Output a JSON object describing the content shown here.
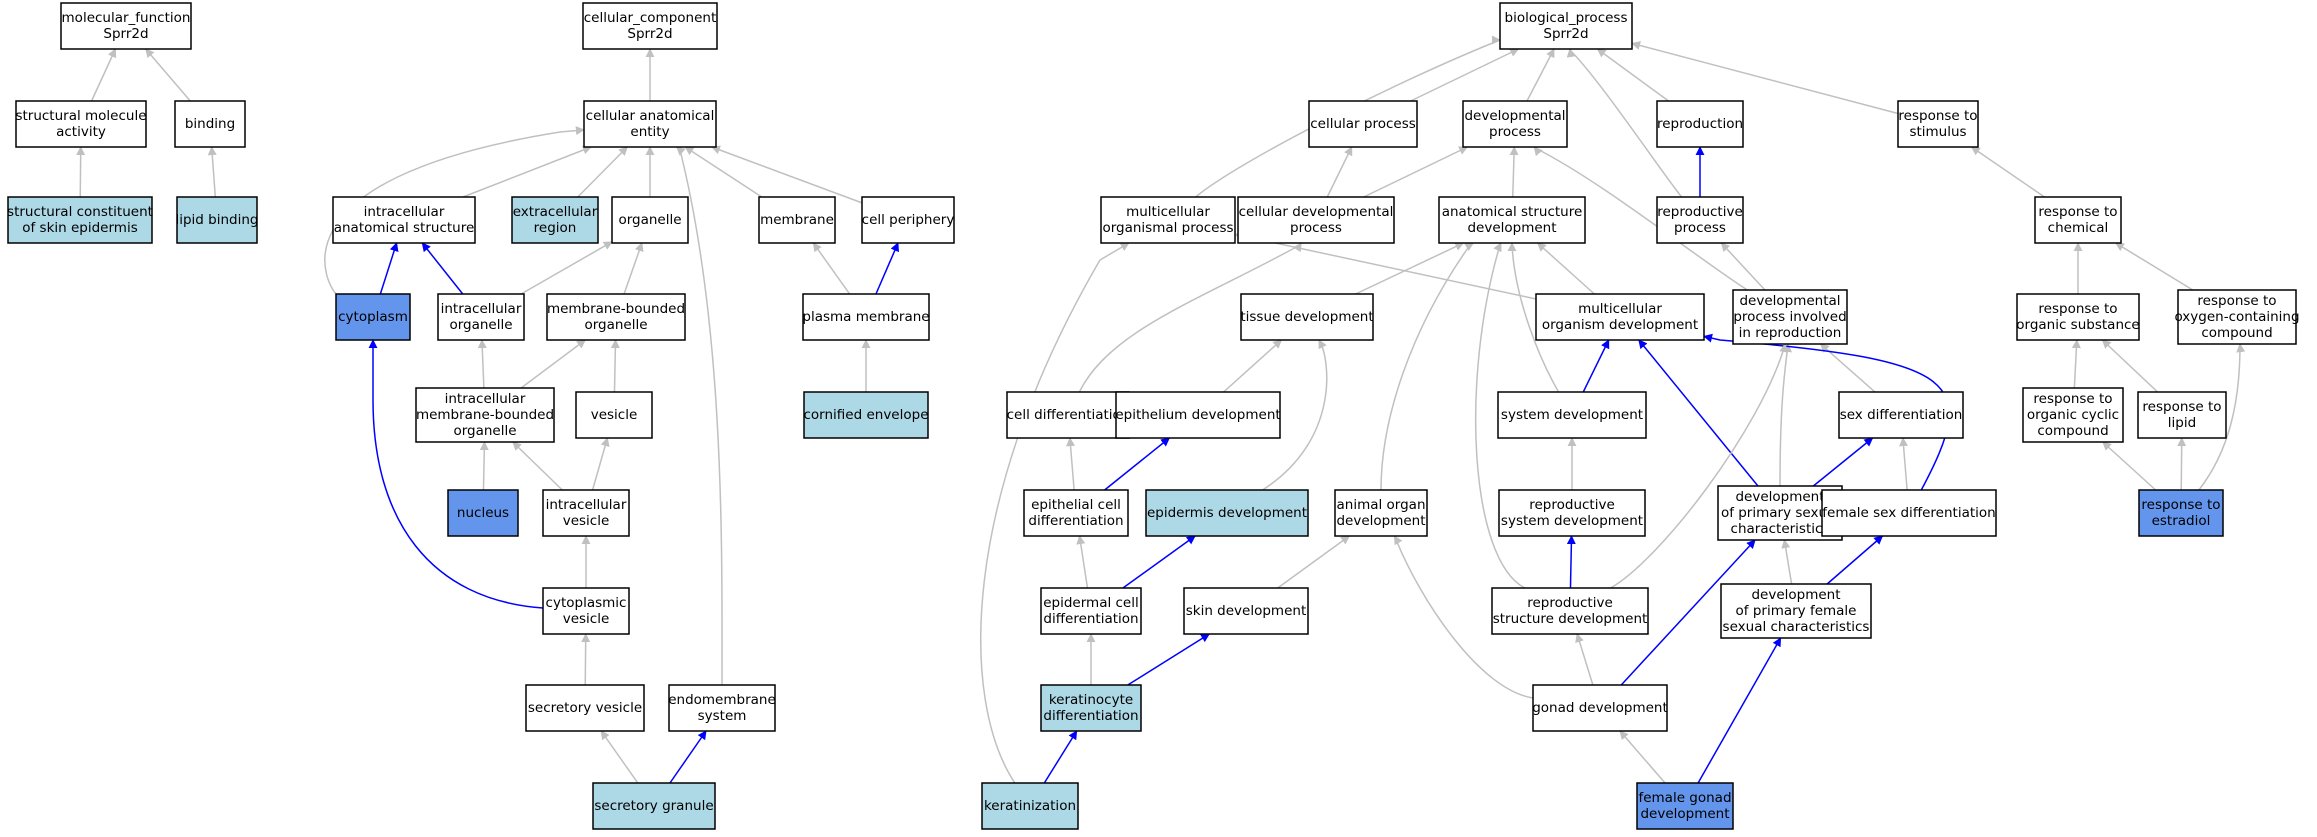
{
  "colors": {
    "plain": "#ffffff",
    "annotated": "#add8e6",
    "direct": "#6495ed",
    "edge_is_a": "#c0c0c0",
    "edge_part_of": "#0000ff"
  },
  "nodes": [
    {
      "id": "mf_root",
      "lines": [
        "molecular_function",
        "Sprr2d"
      ],
      "style": "plain"
    },
    {
      "id": "struct_mol_act",
      "lines": [
        "structural molecule",
        "activity"
      ],
      "style": "plain"
    },
    {
      "id": "binding",
      "lines": [
        "binding"
      ],
      "style": "plain"
    },
    {
      "id": "struct_skin",
      "lines": [
        "structural constituent",
        "of skin epidermis"
      ],
      "style": "annotated"
    },
    {
      "id": "lipid_binding",
      "lines": [
        "lipid binding"
      ],
      "style": "annotated"
    },
    {
      "id": "cc_root",
      "lines": [
        "cellular_component",
        "Sprr2d"
      ],
      "style": "plain"
    },
    {
      "id": "cell_anat",
      "lines": [
        "cellular anatomical",
        "entity"
      ],
      "style": "plain"
    },
    {
      "id": "intra_anat",
      "lines": [
        "intracellular",
        "anatomical structure"
      ],
      "style": "plain"
    },
    {
      "id": "extracell",
      "lines": [
        "extracellular",
        "region"
      ],
      "style": "annotated"
    },
    {
      "id": "organelle",
      "lines": [
        "organelle"
      ],
      "style": "plain"
    },
    {
      "id": "membrane",
      "lines": [
        "membrane"
      ],
      "style": "plain"
    },
    {
      "id": "cell_periph",
      "lines": [
        "cell periphery"
      ],
      "style": "plain"
    },
    {
      "id": "cytoplasm",
      "lines": [
        "cytoplasm"
      ],
      "style": "direct"
    },
    {
      "id": "intra_org",
      "lines": [
        "intracellular",
        "organelle"
      ],
      "style": "plain"
    },
    {
      "id": "mb_org",
      "lines": [
        "membrane-bounded",
        "organelle"
      ],
      "style": "plain"
    },
    {
      "id": "plasma_mem",
      "lines": [
        "plasma membrane"
      ],
      "style": "plain"
    },
    {
      "id": "intra_mb_org",
      "lines": [
        "intracellular",
        "membrane-bounded",
        "organelle"
      ],
      "style": "plain"
    },
    {
      "id": "vesicle",
      "lines": [
        "vesicle"
      ],
      "style": "plain"
    },
    {
      "id": "cornified",
      "lines": [
        "cornified envelope"
      ],
      "style": "annotated"
    },
    {
      "id": "nucleus",
      "lines": [
        "nucleus"
      ],
      "style": "direct"
    },
    {
      "id": "intra_ves",
      "lines": [
        "intracellular",
        "vesicle"
      ],
      "style": "plain"
    },
    {
      "id": "cyto_ves",
      "lines": [
        "cytoplasmic",
        "vesicle"
      ],
      "style": "plain"
    },
    {
      "id": "secr_ves",
      "lines": [
        "secretory vesicle"
      ],
      "style": "plain"
    },
    {
      "id": "endomem",
      "lines": [
        "endomembrane",
        "system"
      ],
      "style": "plain"
    },
    {
      "id": "secr_gran",
      "lines": [
        "secretory granule"
      ],
      "style": "annotated"
    },
    {
      "id": "bp_root",
      "lines": [
        "biological_process",
        "Sprr2d"
      ],
      "style": "plain"
    },
    {
      "id": "cell_proc",
      "lines": [
        "cellular process"
      ],
      "style": "plain"
    },
    {
      "id": "dev_proc",
      "lines": [
        "developmental",
        "process"
      ],
      "style": "plain"
    },
    {
      "id": "reproduction",
      "lines": [
        "reproduction"
      ],
      "style": "plain"
    },
    {
      "id": "resp_stim",
      "lines": [
        "response to",
        "stimulus"
      ],
      "style": "plain"
    },
    {
      "id": "multi_proc",
      "lines": [
        "multicellular",
        "organismal process"
      ],
      "style": "plain"
    },
    {
      "id": "cell_dev_proc",
      "lines": [
        "cellular developmental",
        "process"
      ],
      "style": "plain"
    },
    {
      "id": "anat_dev",
      "lines": [
        "anatomical structure",
        "development"
      ],
      "style": "plain"
    },
    {
      "id": "repro_proc",
      "lines": [
        "reproductive",
        "process"
      ],
      "style": "plain"
    },
    {
      "id": "resp_chem",
      "lines": [
        "response to",
        "chemical"
      ],
      "style": "plain"
    },
    {
      "id": "tissue_dev",
      "lines": [
        "tissue development"
      ],
      "style": "plain"
    },
    {
      "id": "multi_org_dev",
      "lines": [
        "multicellular",
        "organism development"
      ],
      "style": "plain"
    },
    {
      "id": "dev_repro",
      "lines": [
        "developmental",
        "process involved",
        "in reproduction"
      ],
      "style": "plain"
    },
    {
      "id": "resp_org_sub",
      "lines": [
        "response to",
        "organic substance"
      ],
      "style": "plain"
    },
    {
      "id": "resp_oxy",
      "lines": [
        "response to",
        "oxygen-containing",
        "compound"
      ],
      "style": "plain"
    },
    {
      "id": "cell_diff",
      "lines": [
        "cell differentiation"
      ],
      "style": "plain"
    },
    {
      "id": "epith_dev",
      "lines": [
        "epithelium development"
      ],
      "style": "plain"
    },
    {
      "id": "sys_dev",
      "lines": [
        "system development"
      ],
      "style": "plain"
    },
    {
      "id": "sex_diff",
      "lines": [
        "sex differentiation"
      ],
      "style": "plain"
    },
    {
      "id": "resp_cyclic",
      "lines": [
        "response to",
        "organic cyclic",
        "compound"
      ],
      "style": "plain"
    },
    {
      "id": "resp_lipid",
      "lines": [
        "response to",
        "lipid"
      ],
      "style": "plain"
    },
    {
      "id": "epith_cell_diff",
      "lines": [
        "epithelial cell",
        "differentiation"
      ],
      "style": "plain"
    },
    {
      "id": "epid_dev",
      "lines": [
        "epidermis development"
      ],
      "style": "annotated"
    },
    {
      "id": "animal_organ",
      "lines": [
        "animal organ",
        "development"
      ],
      "style": "plain"
    },
    {
      "id": "repro_sys_dev",
      "lines": [
        "reproductive",
        "system development"
      ],
      "style": "plain"
    },
    {
      "id": "dev_prim_sex",
      "lines": [
        "development",
        "of primary sexual",
        "characteristics"
      ],
      "style": "plain"
    },
    {
      "id": "female_sex_diff",
      "lines": [
        "female sex differentiation"
      ],
      "style": "plain"
    },
    {
      "id": "resp_estradiol",
      "lines": [
        "response to",
        "estradiol"
      ],
      "style": "direct"
    },
    {
      "id": "epid_cell_diff",
      "lines": [
        "epidermal cell",
        "differentiation"
      ],
      "style": "plain"
    },
    {
      "id": "skin_dev",
      "lines": [
        "skin development"
      ],
      "style": "plain"
    },
    {
      "id": "repro_struct_dev",
      "lines": [
        "reproductive",
        "structure development"
      ],
      "style": "plain"
    },
    {
      "id": "dev_prim_female",
      "lines": [
        "development",
        "of primary female",
        "sexual characteristics"
      ],
      "style": "plain"
    },
    {
      "id": "kerat_diff",
      "lines": [
        "keratinocyte",
        "differentiation"
      ],
      "style": "annotated"
    },
    {
      "id": "gonad_dev",
      "lines": [
        "gonad development"
      ],
      "style": "plain"
    },
    {
      "id": "keratinization",
      "lines": [
        "keratinization"
      ],
      "style": "annotated"
    },
    {
      "id": "female_gonad",
      "lines": [
        "female gonad",
        "development"
      ],
      "style": "direct"
    }
  ],
  "edges": [
    {
      "from": "struct_mol_act",
      "to": "mf_root",
      "rel": "is_a"
    },
    {
      "from": "binding",
      "to": "mf_root",
      "rel": "is_a"
    },
    {
      "from": "struct_skin",
      "to": "struct_mol_act",
      "rel": "is_a"
    },
    {
      "from": "lipid_binding",
      "to": "binding",
      "rel": "is_a"
    },
    {
      "from": "cell_anat",
      "to": "cc_root",
      "rel": "is_a"
    },
    {
      "from": "intra_anat",
      "to": "cell_anat",
      "rel": "is_a"
    },
    {
      "from": "extracell",
      "to": "cell_anat",
      "rel": "is_a"
    },
    {
      "from": "organelle",
      "to": "cell_anat",
      "rel": "is_a"
    },
    {
      "from": "membrane",
      "to": "cell_anat",
      "rel": "is_a"
    },
    {
      "from": "cell_periph",
      "to": "cell_anat",
      "rel": "is_a"
    },
    {
      "from": "cytoplasm",
      "to": "cell_anat",
      "rel": "is_a"
    },
    {
      "from": "endomem",
      "to": "cell_anat",
      "rel": "is_a"
    },
    {
      "from": "cytoplasm",
      "to": "intra_anat",
      "rel": "part_of"
    },
    {
      "from": "intra_org",
      "to": "intra_anat",
      "rel": "part_of"
    },
    {
      "from": "intra_org",
      "to": "organelle",
      "rel": "is_a"
    },
    {
      "from": "mb_org",
      "to": "organelle",
      "rel": "is_a"
    },
    {
      "from": "plasma_mem",
      "to": "membrane",
      "rel": "is_a"
    },
    {
      "from": "plasma_mem",
      "to": "cell_periph",
      "rel": "part_of"
    },
    {
      "from": "intra_mb_org",
      "to": "intra_org",
      "rel": "is_a"
    },
    {
      "from": "intra_mb_org",
      "to": "mb_org",
      "rel": "is_a"
    },
    {
      "from": "vesicle",
      "to": "mb_org",
      "rel": "is_a"
    },
    {
      "from": "cornified",
      "to": "plasma_mem",
      "rel": "is_a"
    },
    {
      "from": "nucleus",
      "to": "intra_mb_org",
      "rel": "is_a"
    },
    {
      "from": "intra_ves",
      "to": "intra_mb_org",
      "rel": "is_a"
    },
    {
      "from": "intra_ves",
      "to": "vesicle",
      "rel": "is_a"
    },
    {
      "from": "cyto_ves",
      "to": "intra_ves",
      "rel": "is_a"
    },
    {
      "from": "cyto_ves",
      "to": "cytoplasm",
      "rel": "part_of"
    },
    {
      "from": "secr_ves",
      "to": "cyto_ves",
      "rel": "is_a"
    },
    {
      "from": "secr_gran",
      "to": "secr_ves",
      "rel": "is_a"
    },
    {
      "from": "secr_gran",
      "to": "endomem",
      "rel": "part_of"
    },
    {
      "from": "cell_proc",
      "to": "bp_root",
      "rel": "is_a"
    },
    {
      "from": "dev_proc",
      "to": "bp_root",
      "rel": "is_a"
    },
    {
      "from": "reproduction",
      "to": "bp_root",
      "rel": "is_a"
    },
    {
      "from": "resp_stim",
      "to": "bp_root",
      "rel": "is_a"
    },
    {
      "from": "multi_proc",
      "to": "bp_root",
      "rel": "is_a"
    },
    {
      "from": "repro_proc",
      "to": "bp_root",
      "rel": "is_a"
    },
    {
      "from": "repro_proc",
      "to": "reproduction",
      "rel": "part_of"
    },
    {
      "from": "cell_dev_proc",
      "to": "cell_proc",
      "rel": "is_a"
    },
    {
      "from": "cell_dev_proc",
      "to": "dev_proc",
      "rel": "is_a"
    },
    {
      "from": "anat_dev",
      "to": "dev_proc",
      "rel": "is_a"
    },
    {
      "from": "dev_repro",
      "to": "dev_proc",
      "rel": "is_a"
    },
    {
      "from": "dev_repro",
      "to": "repro_proc",
      "rel": "is_a"
    },
    {
      "from": "resp_chem",
      "to": "resp_stim",
      "rel": "is_a"
    },
    {
      "from": "tissue_dev",
      "to": "anat_dev",
      "rel": "is_a"
    },
    {
      "from": "multi_org_dev",
      "to": "anat_dev",
      "rel": "is_a"
    },
    {
      "from": "multi_org_dev",
      "to": "multi_proc",
      "rel": "is_a"
    },
    {
      "from": "resp_org_sub",
      "to": "resp_chem",
      "rel": "is_a"
    },
    {
      "from": "resp_oxy",
      "to": "resp_chem",
      "rel": "is_a"
    },
    {
      "from": "cell_diff",
      "to": "cell_dev_proc",
      "rel": "is_a"
    },
    {
      "from": "epith_dev",
      "to": "tissue_dev",
      "rel": "is_a"
    },
    {
      "from": "sys_dev",
      "to": "anat_dev",
      "rel": "is_a"
    },
    {
      "from": "sys_dev",
      "to": "multi_org_dev",
      "rel": "part_of"
    },
    {
      "from": "sex_diff",
      "to": "dev_repro",
      "rel": "is_a"
    },
    {
      "from": "resp_cyclic",
      "to": "resp_org_sub",
      "rel": "is_a"
    },
    {
      "from": "resp_lipid",
      "to": "resp_org_sub",
      "rel": "is_a"
    },
    {
      "from": "epith_cell_diff",
      "to": "cell_diff",
      "rel": "is_a"
    },
    {
      "from": "epith_cell_diff",
      "to": "epith_dev",
      "rel": "part_of"
    },
    {
      "from": "epid_dev",
      "to": "tissue_dev",
      "rel": "is_a"
    },
    {
      "from": "animal_organ",
      "to": "anat_dev",
      "rel": "is_a"
    },
    {
      "from": "repro_sys_dev",
      "to": "sys_dev",
      "rel": "is_a"
    },
    {
      "from": "dev_prim_sex",
      "to": "dev_repro",
      "rel": "is_a"
    },
    {
      "from": "dev_prim_sex",
      "to": "multi_org_dev",
      "rel": "part_of"
    },
    {
      "from": "dev_prim_sex",
      "to": "sex_diff",
      "rel": "part_of"
    },
    {
      "from": "female_sex_diff",
      "to": "sex_diff",
      "rel": "is_a"
    },
    {
      "from": "female_sex_diff",
      "to": "multi_org_dev",
      "rel": "part_of"
    },
    {
      "from": "resp_estradiol",
      "to": "resp_cyclic",
      "rel": "is_a"
    },
    {
      "from": "resp_estradiol",
      "to": "resp_lipid",
      "rel": "is_a"
    },
    {
      "from": "resp_estradiol",
      "to": "resp_oxy",
      "rel": "is_a"
    },
    {
      "from": "epid_cell_diff",
      "to": "epith_cell_diff",
      "rel": "is_a"
    },
    {
      "from": "epid_cell_diff",
      "to": "epid_dev",
      "rel": "part_of"
    },
    {
      "from": "skin_dev",
      "to": "animal_organ",
      "rel": "is_a"
    },
    {
      "from": "repro_struct_dev",
      "to": "anat_dev",
      "rel": "is_a"
    },
    {
      "from": "repro_struct_dev",
      "to": "dev_repro",
      "rel": "is_a"
    },
    {
      "from": "repro_struct_dev",
      "to": "repro_sys_dev",
      "rel": "part_of"
    },
    {
      "from": "dev_prim_female",
      "to": "dev_prim_sex",
      "rel": "is_a"
    },
    {
      "from": "dev_prim_female",
      "to": "female_sex_diff",
      "rel": "part_of"
    },
    {
      "from": "kerat_diff",
      "to": "epid_cell_diff",
      "rel": "is_a"
    },
    {
      "from": "kerat_diff",
      "to": "skin_dev",
      "rel": "part_of"
    },
    {
      "from": "gonad_dev",
      "to": "repro_struct_dev",
      "rel": "is_a"
    },
    {
      "from": "gonad_dev",
      "to": "animal_organ",
      "rel": "is_a"
    },
    {
      "from": "gonad_dev",
      "to": "dev_prim_sex",
      "rel": "part_of"
    },
    {
      "from": "keratinization",
      "to": "kerat_diff",
      "rel": "part_of"
    },
    {
      "from": "keratinization",
      "to": "multi_proc",
      "rel": "is_a"
    },
    {
      "from": "female_gonad",
      "to": "gonad_dev",
      "rel": "is_a"
    },
    {
      "from": "female_gonad",
      "to": "dev_prim_female",
      "rel": "part_of"
    }
  ]
}
